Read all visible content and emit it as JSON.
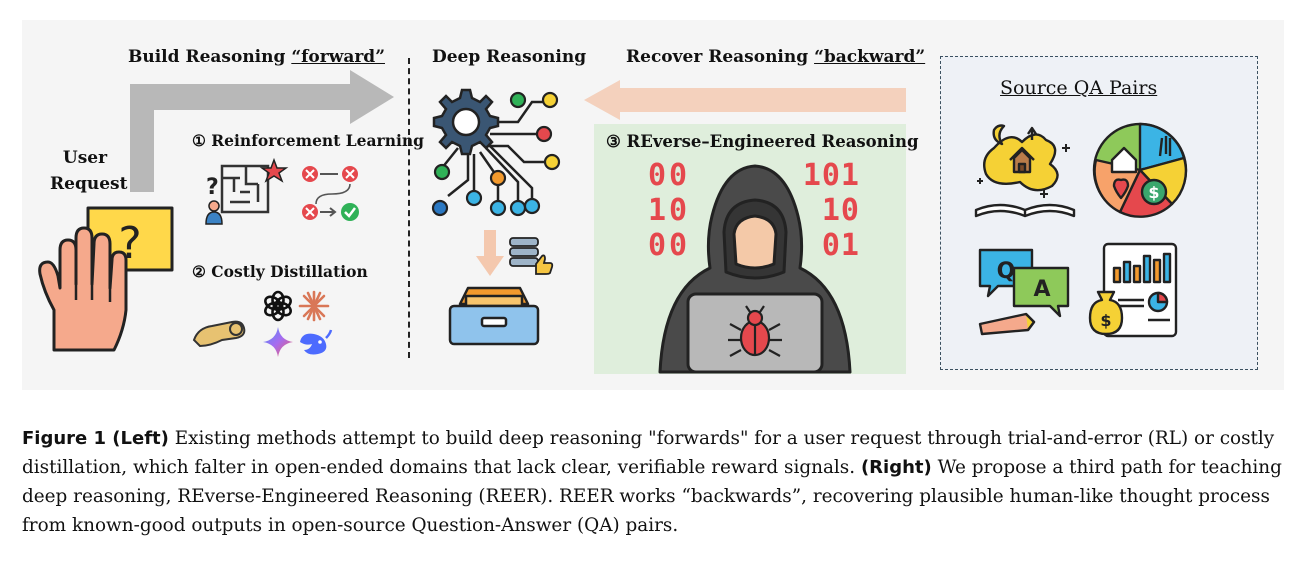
{
  "figure": {
    "left_panel": {
      "forward_title_prefix": "Build Reasoning ",
      "forward_title_underlined": "“forward”",
      "user_request_line1": "User",
      "user_request_line2": "Request",
      "rl_label": "① Reinforcement Learning",
      "distill_label": "② Costly Distillation",
      "question_mark": "?"
    },
    "center_panel": {
      "deep_reasoning_title": "Deep Reasoning"
    },
    "right_panel": {
      "backward_title_prefix": "Recover Reasoning ",
      "backward_title_underlined": "“backward”",
      "reer_label": "③ REverse–Engineered Reasoning",
      "binary_left": [
        "00",
        "10",
        "00"
      ],
      "binary_right": [
        "101",
        "10",
        "01"
      ],
      "source_title": "Source QA Pairs",
      "q_letter": "Q",
      "a_letter": "A",
      "dollar_sign": "$"
    },
    "colors": {
      "panel_bg": "#f5f5f5",
      "forward_arrow": "#b8b8b8",
      "backward_arrow": "#f4d1bd",
      "reer_bg": "#dfeedc",
      "source_bg": "#eef1f6",
      "binary_red": "#e5484d"
    }
  },
  "caption": {
    "label_left": "Figure 1  (Left)",
    "text_left": " Existing methods attempt to build deep reasoning \"forwards\" for a user request through trial-and-error (RL) or costly distillation, which falter in open-ended domains that lack clear, verifiable reward signals. ",
    "label_right": "(Right)",
    "text_right": " We propose a third path for teaching deep reasoning, REverse-Engineered Reasoning (REER). REER works “backwards”, recovering plausible human-like thought process from known-good outputs in open-source Question-Answer (QA) pairs."
  }
}
